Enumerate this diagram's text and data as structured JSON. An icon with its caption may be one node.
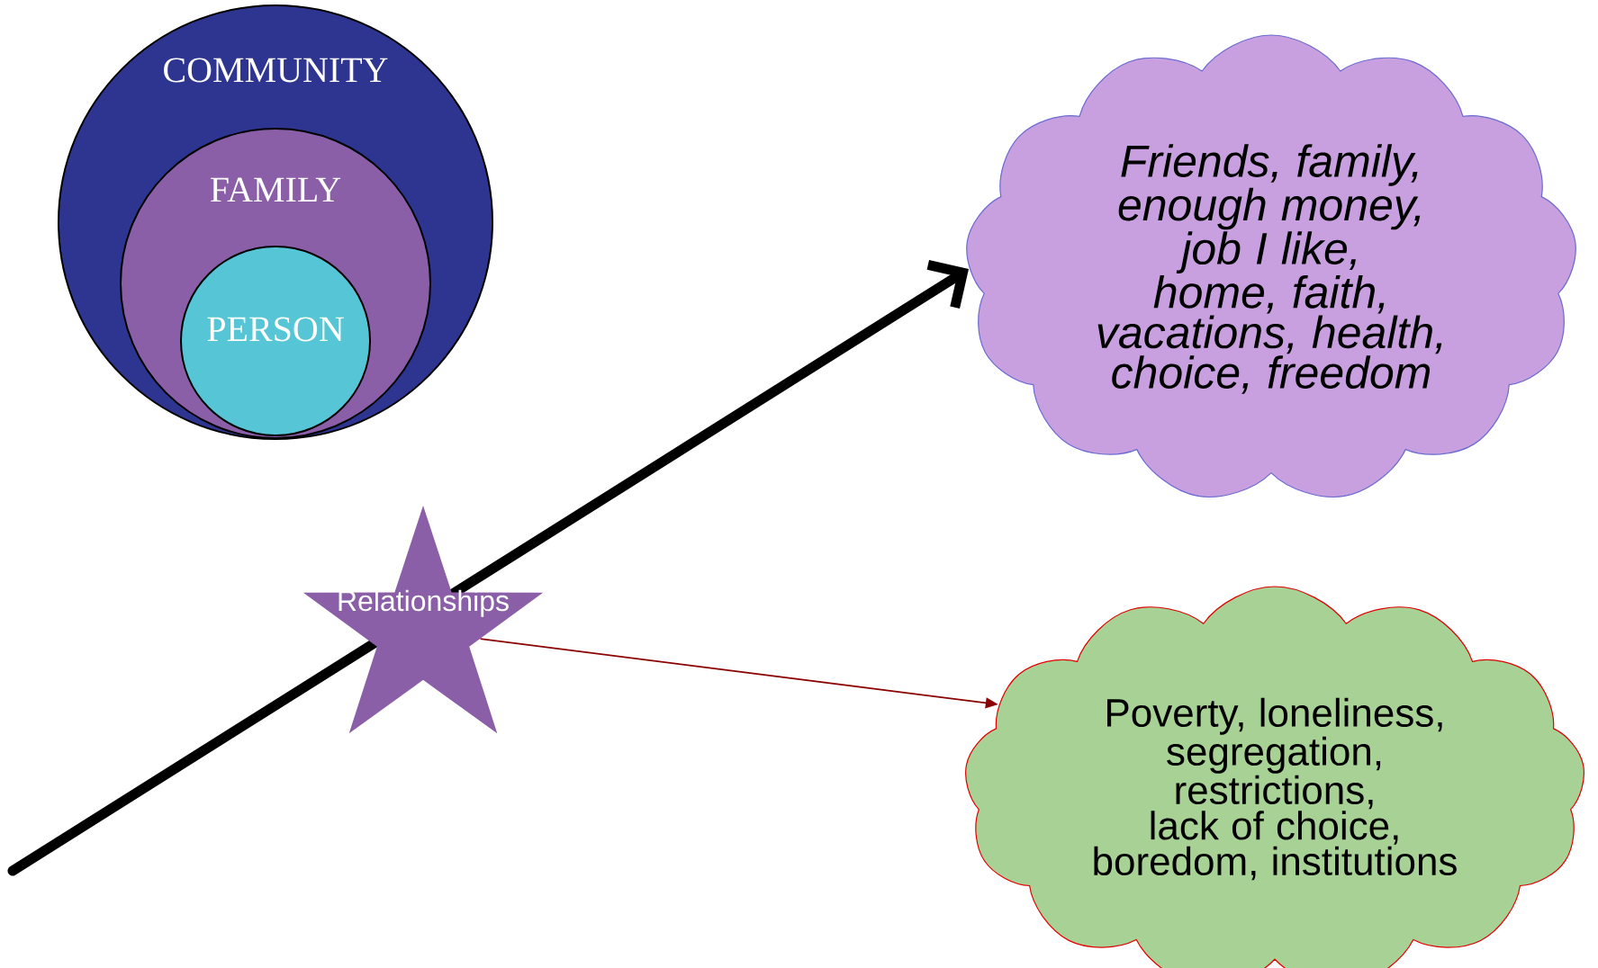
{
  "diagram": {
    "nodes": [
      {
        "text": [
          "COMMUNITY"
        ]
      },
      {
        "text": [
          "FAMILY"
        ],
        "in": 0
      },
      {
        "text": [
          "PERSON"
        ],
        "in": 1
      },
      {
        "text": [
          "Friends, family, enough money, job I like, home, faith, vacations, health, choice, freedom"
        ]
      },
      {
        "text": [
          "Relationships"
        ]
      },
      {
        "text": [
          "Poverty, loneliness, segregation, restrictions, lack of choice, boredom, institutions"
        ]
      }
    ],
    "edges": [
      {
        "from": null,
        "to": 3,
        "arrow": "to",
        "style": "thick"
      },
      {
        "from": 4,
        "to": 5,
        "arrow": "to",
        "color": "#8b0000"
      }
    ]
  }
}
